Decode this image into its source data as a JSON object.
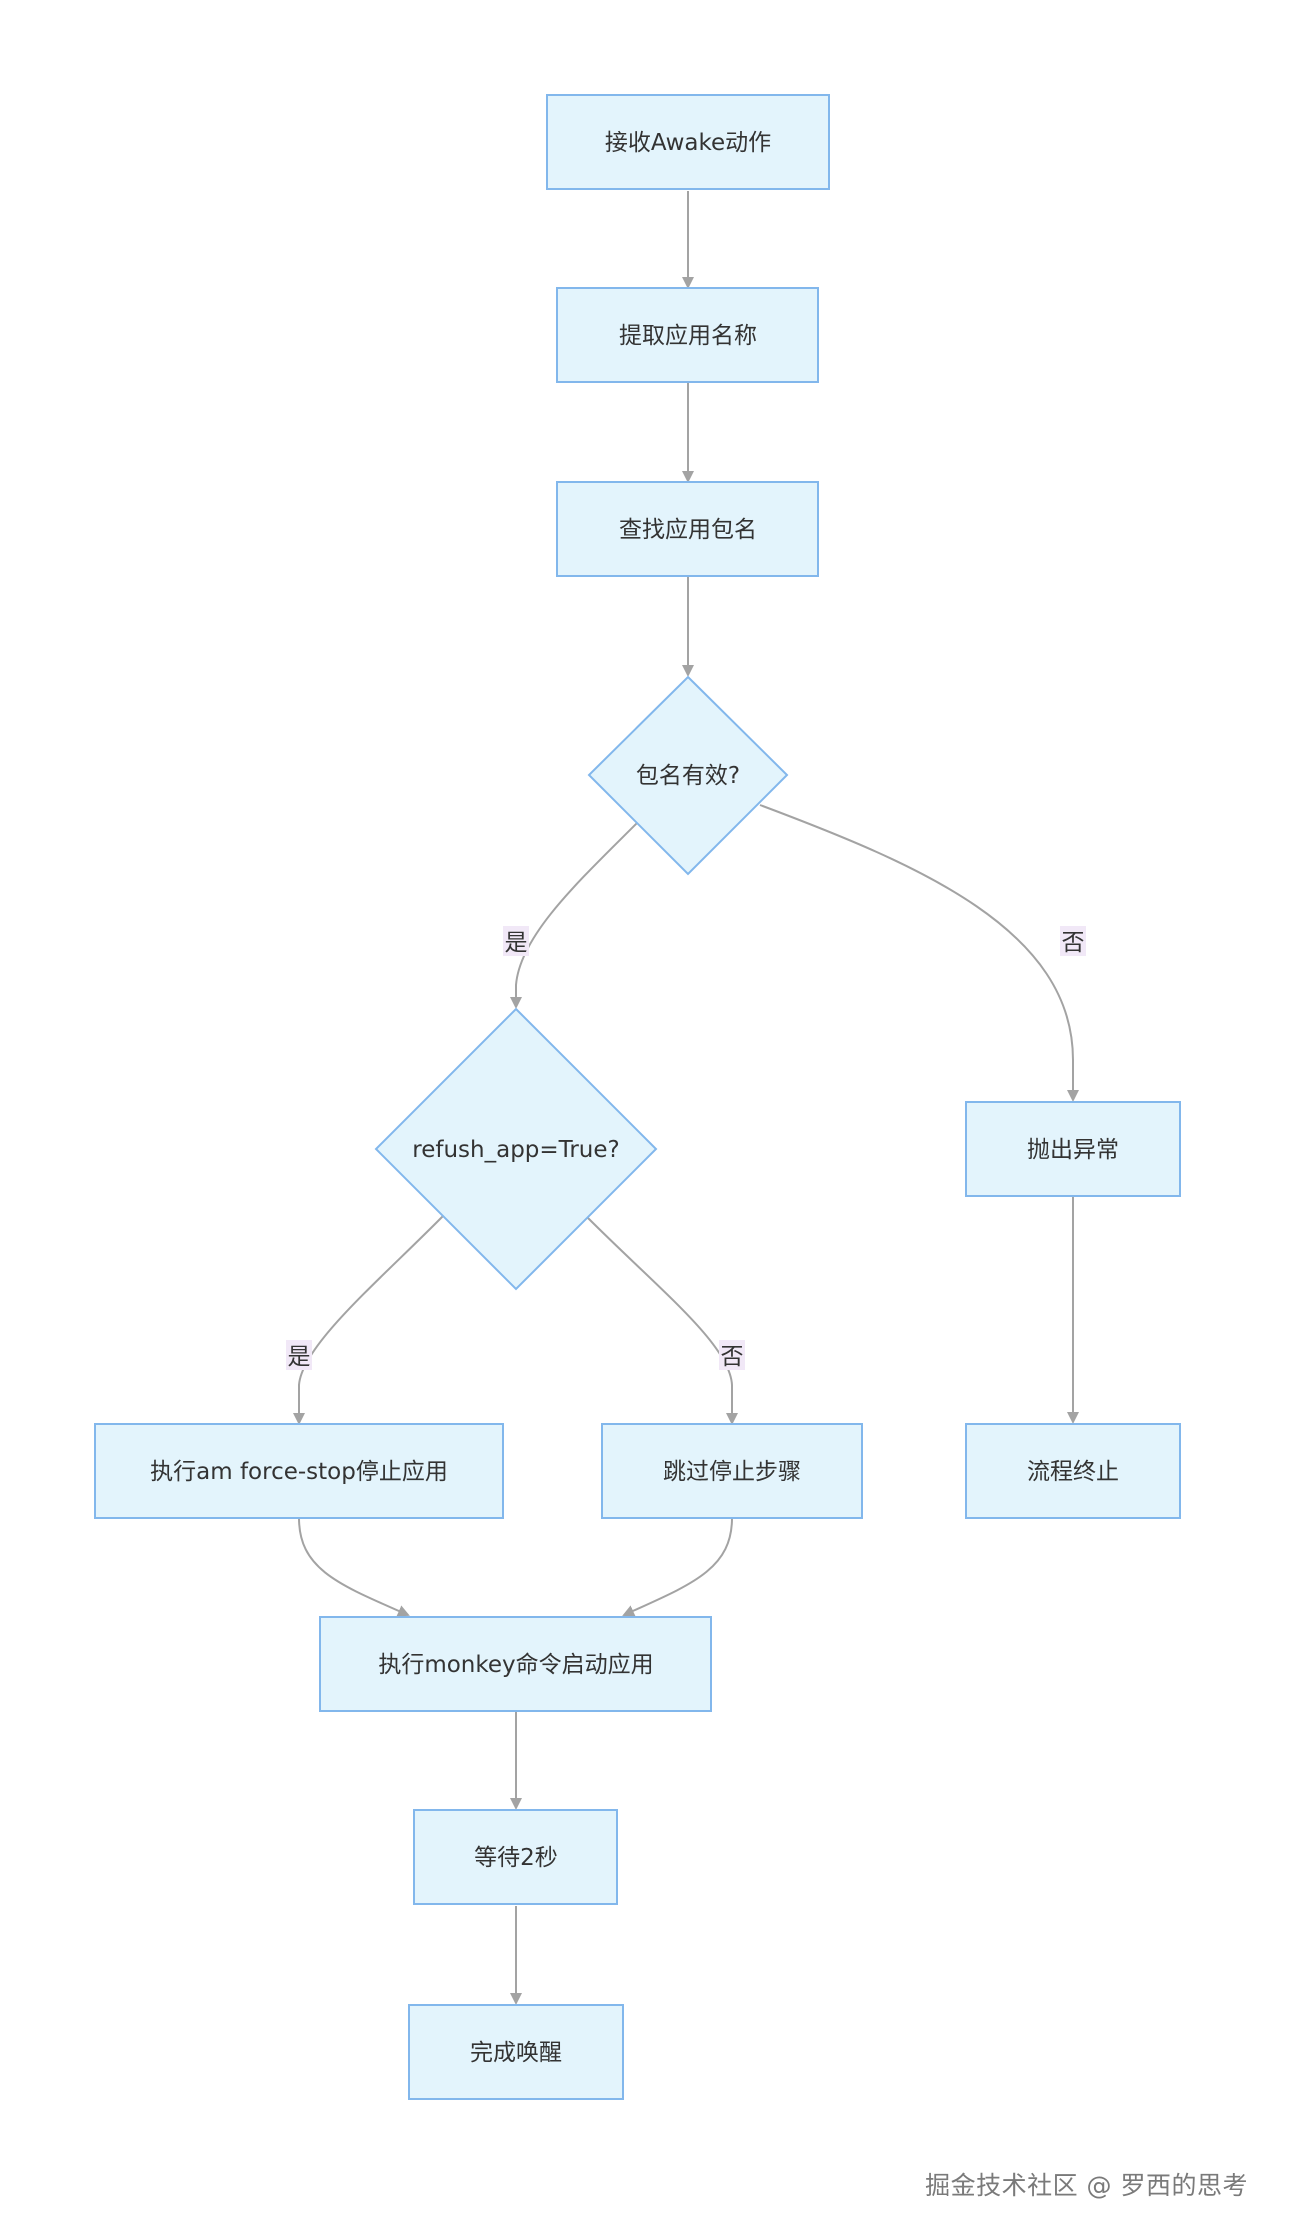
{
  "nodes": {
    "receive": "接收Awake动作",
    "extract": "提取应用名称",
    "lookup": "查找应用包名",
    "valid_decision": "包名有效?",
    "refresh_decision": "refush_app=True?",
    "throw": "抛出异常",
    "terminate": "流程终止",
    "force_stop": "执行am force-stop停止应用",
    "skip": "跳过停止步骤",
    "monkey": "执行monkey命令启动应用",
    "wait": "等待2秒",
    "done": "完成唤醒"
  },
  "edge_labels": {
    "valid_yes": "是",
    "valid_no": "否",
    "refresh_yes": "是",
    "refresh_no": "否"
  },
  "watermark": "掘金技术社区 @ 罗西的思考",
  "colors": {
    "node_fill": "#e3f4fc",
    "node_border": "#82b7ec",
    "edge": "#a3a3a3",
    "label_bg": "#f1e8f7"
  }
}
